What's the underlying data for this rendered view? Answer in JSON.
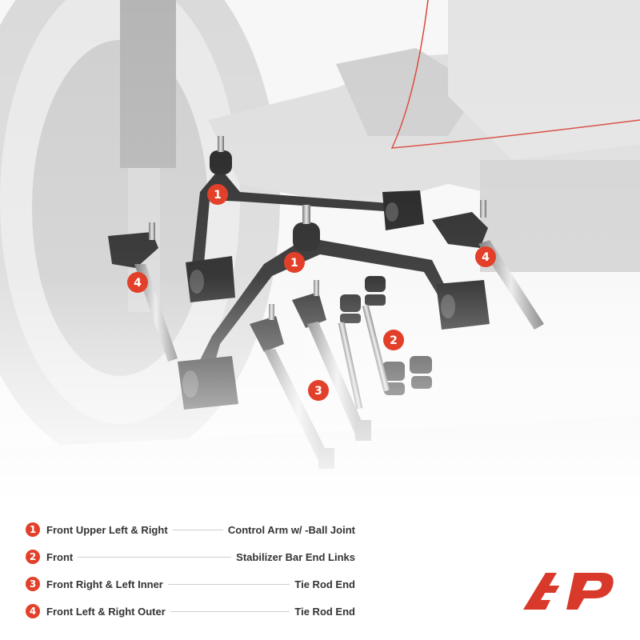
{
  "callouts": {
    "upper_arm": "1",
    "stabilizer": "2",
    "inner_tie_rod": "3",
    "outer_tie_rod": "4"
  },
  "legend": [
    {
      "num": "1",
      "left": "Front Upper Left  &  Right",
      "right": "Control Arm w/ -Ball Joint"
    },
    {
      "num": "2",
      "left": "Front",
      "right": "Stabilizer Bar End Links"
    },
    {
      "num": "3",
      "left": "Front Right & Left Inner",
      "right": "Tie Rod End"
    },
    {
      "num": "4",
      "left": "Front Left & Right Outer",
      "right": "Tie Rod End"
    }
  ],
  "colors": {
    "accent": "#e2402a",
    "logo": "#d8392b",
    "text": "#333333"
  },
  "icons": {
    "logo": "brand-logo"
  }
}
